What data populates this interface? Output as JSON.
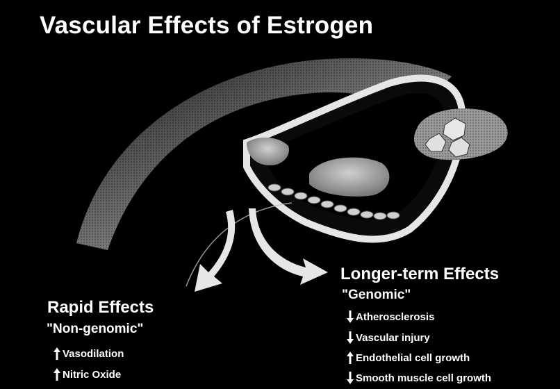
{
  "title": "Vascular Effects of Estrogen",
  "rapid": {
    "heading": "Rapid Effects",
    "subheading": "\"Non-genomic\"",
    "items": [
      {
        "direction": "up",
        "label": "Vasodilation"
      },
      {
        "direction": "up",
        "label": "Nitric Oxide"
      }
    ]
  },
  "longer": {
    "heading": "Longer-term Effects",
    "subheading": "\"Genomic\"",
    "items": [
      {
        "direction": "down",
        "label": "Atherosclerosis"
      },
      {
        "direction": "down",
        "label": "Vascular injury"
      },
      {
        "direction": "up",
        "label": "Endothelial cell growth"
      },
      {
        "direction": "down",
        "label": "Smooth muscle cell growth"
      }
    ]
  },
  "colors": {
    "background": "#000000",
    "text": "#ffffff",
    "vessel_dark": "#3a3a3a",
    "vessel_light": "#cfcfcf"
  }
}
